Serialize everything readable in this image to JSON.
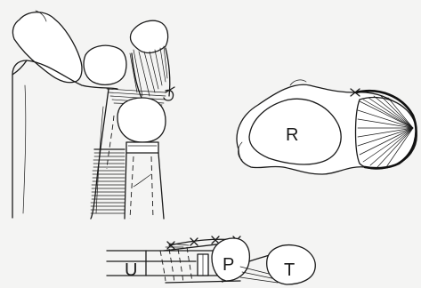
{
  "labels": {
    "radius": "R",
    "ulna": "U",
    "pisiform": "P",
    "triquetrum": "T"
  }
}
